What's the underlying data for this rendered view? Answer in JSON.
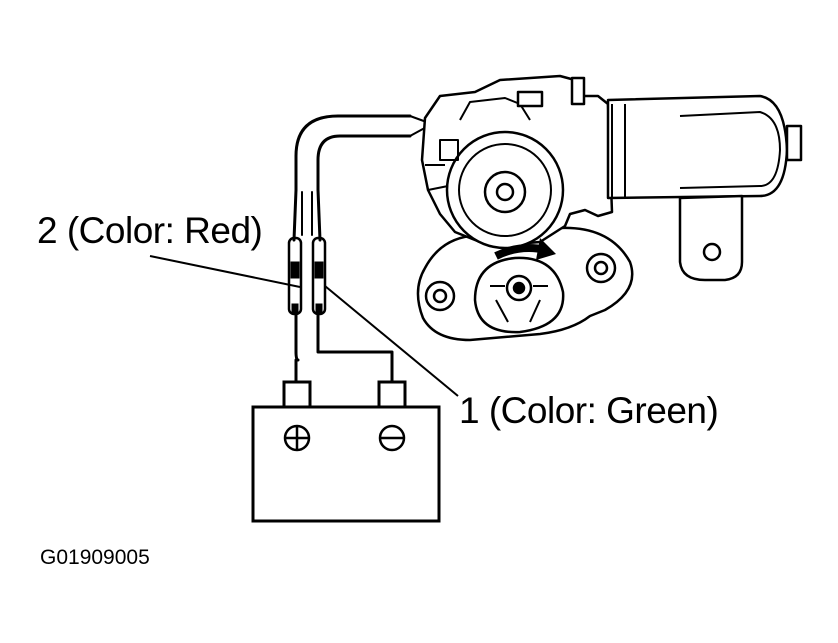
{
  "labels": {
    "wire2": "2 (Color: Red)",
    "wire1": "1 (Color: Green)",
    "figure_id": "G01909005"
  },
  "icons": {
    "motor": "power-window-motor-icon",
    "battery": "battery-icon",
    "rotation": "rotation-arrow-icon"
  },
  "colors": {
    "line": "#000000",
    "background": "#ffffff"
  }
}
